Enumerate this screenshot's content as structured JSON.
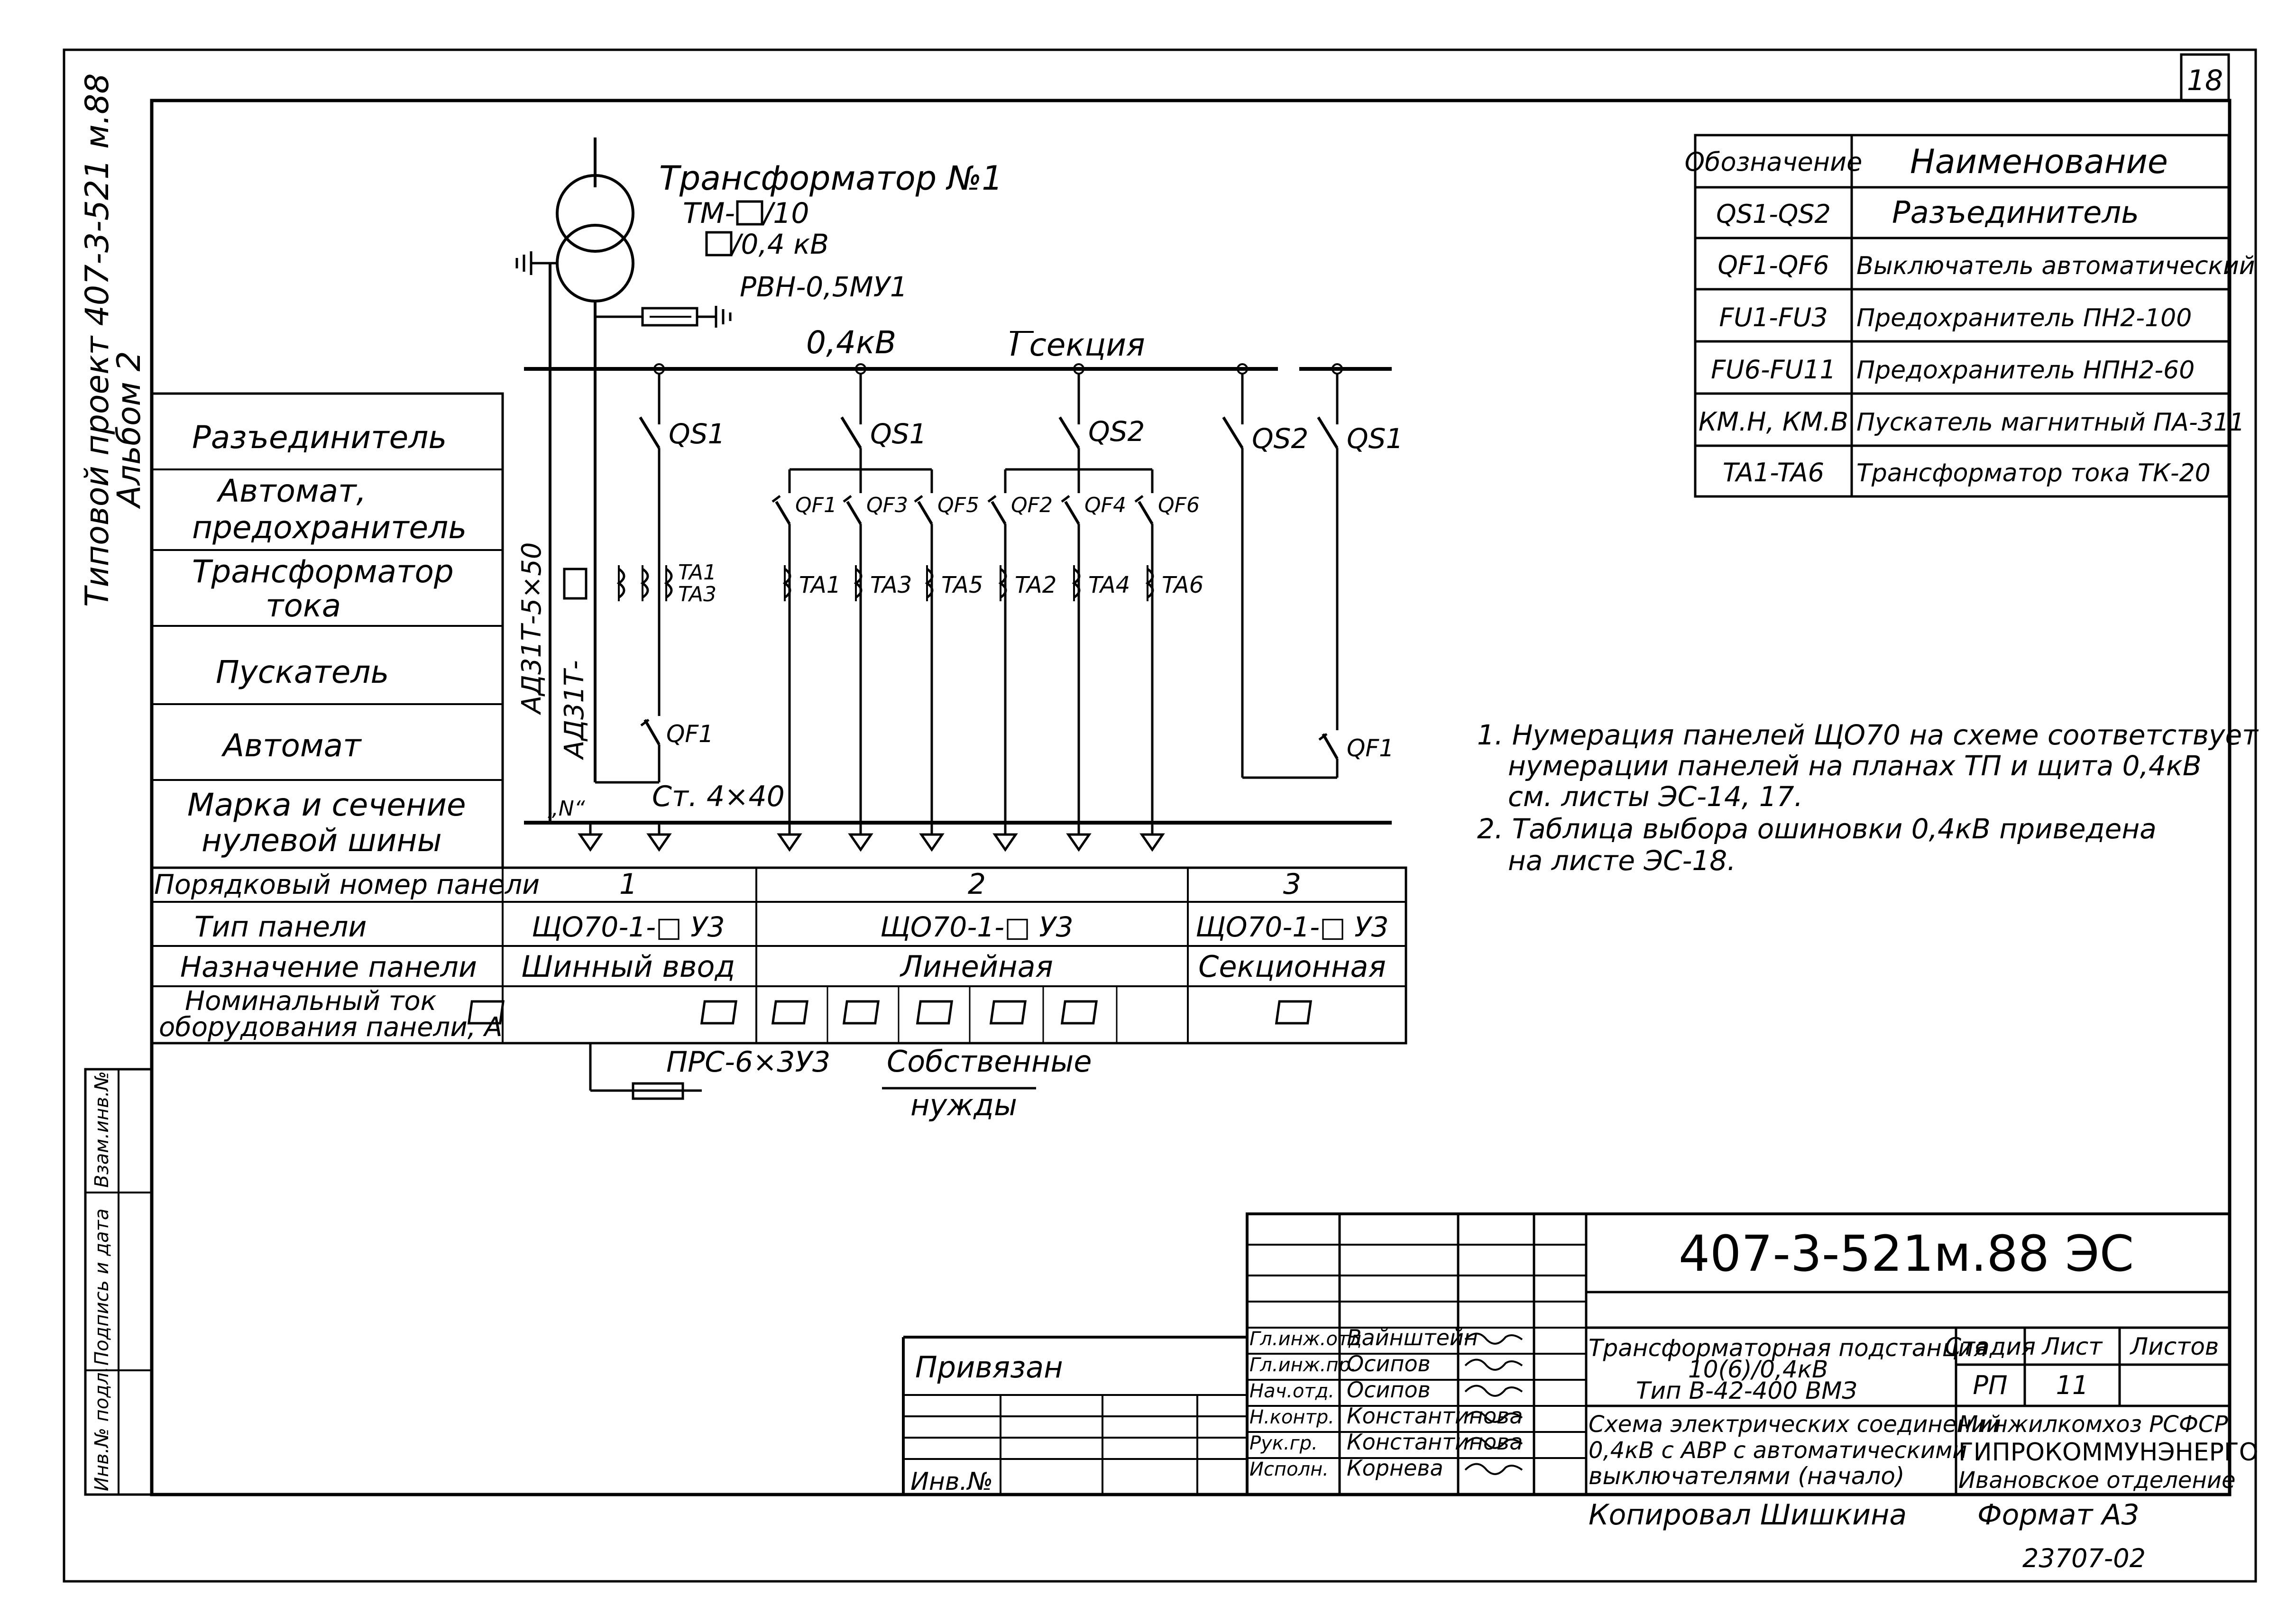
{
  "sheet": {
    "page_number": "18",
    "side_stamp": {
      "project": "Типовой проект 407-3-521 м.88",
      "album": "Альбом 2",
      "fields": [
        "Инв.№ подл.",
        "Подпись и дата",
        "Взам.инв.№"
      ]
    }
  },
  "diagram": {
    "transformer": {
      "title": "Трансформатор №1",
      "type_line1": "ТМ-",
      "type_line1_tail": "/10",
      "type_line2_tail": "/0,4 кВ",
      "device": "РВН-0,5МУ1"
    },
    "bus": {
      "voltage": "0,4кВ",
      "section": "I секция"
    },
    "cable_main": "АД31Т-5×50",
    "cable_neutral": "АД31Т-",
    "neutral_bus": "Ст. 4×40",
    "neutral_mark": "„N“",
    "row_labels": [
      "Разъединитель",
      "Автомат, предохранитель",
      "Трансформатор тока",
      "Пускатель",
      "Автомат",
      "Марка и сечение нулевой шины"
    ],
    "devices": {
      "disconnectors": [
        "QS1",
        "QS1",
        "QS2",
        "QS2",
        "QS1"
      ],
      "breakers": [
        "QF1",
        "QF3",
        "QF5",
        "QF2",
        "QF4",
        "QF6"
      ],
      "ct_panel1": [
        "TA1",
        "TA3"
      ],
      "ct_panel2": [
        "TA1",
        "TA3",
        "TA5",
        "TA2",
        "TA4",
        "TA6"
      ],
      "bottom_breakers": [
        "QF1",
        "QF1"
      ]
    },
    "own_needs": {
      "cable": "ПРС-6×3У3",
      "label_1": "Собственные",
      "label_2": "нужды"
    }
  },
  "panel_table": {
    "row_headers": [
      "Порядковый номер панели",
      "Тип панели",
      "Назначение панели",
      "Номинальный ток оборудования панели, А"
    ],
    "panels": [
      {
        "number": "1",
        "type": "ЩО70-1-□ У3",
        "purpose": "Шинный ввод",
        "cells": 1
      },
      {
        "number": "2",
        "type": "ЩО70-1-□ У3",
        "purpose": "Линейная",
        "cells": 6
      },
      {
        "number": "3",
        "type": "ЩО70-1-□ У3",
        "purpose": "Секционная",
        "cells": 1
      }
    ]
  },
  "legend": {
    "header": [
      "Обозначение",
      "Наименование"
    ],
    "rows": [
      [
        "QS1-QS2",
        "Разъединитель"
      ],
      [
        "QF1-QF6",
        "Выключатель автоматический"
      ],
      [
        "FU1-FU3",
        "Предохранитель ПН2-100"
      ],
      [
        "FU6-FU11",
        "Предохранитель НПН2-60"
      ],
      [
        "КМ.Н, КМ.В",
        "Пускатель магнитный ПА-311"
      ],
      [
        "TA1-TA6",
        "Трансформатор тока ТК-20"
      ]
    ]
  },
  "notes": [
    "1. Нумерация панелей ЩО70 на схеме соответствует",
    "нумерации панелей на планах ТП и щита 0,4кВ",
    "см. листы ЭС-14, 17.",
    "2. Таблица выбора ошиновки 0,4кВ приведена",
    "на листе ЭС-18."
  ],
  "title_block": {
    "doc_code": "407-3-521м.88 ЭС",
    "privyazan": "Привязан",
    "inv": "Инв.№",
    "staff": [
      [
        "Гл.инж.отд",
        "Вайнштейн"
      ],
      [
        "Гл.инж.пр.",
        "Осипов"
      ],
      [
        "Нач.отд.",
        "Осипов"
      ],
      [
        "Н.контр.",
        "Константинова"
      ],
      [
        "Рук.гр.",
        "Константинова"
      ],
      [
        "Исполн.",
        "Корнева"
      ]
    ],
    "object_lines": [
      "Трансформаторная подстанция",
      "10(6)/0,4кВ",
      "Тип В-42-400 ВМЗ"
    ],
    "sheet_title_lines": [
      "Схема электрических соединений",
      "0,4кВ с АВР с автоматическими",
      "выключателями (начало)"
    ],
    "stage_header": "Стадия",
    "sheet_header": "Лист",
    "sheets_header": "Листов",
    "stage": "РП",
    "sheet_no": "11",
    "org_lines": [
      "Минжилкомхоз РСФСР",
      "ГИПРОКОММУНЭНЕРГО",
      "Ивановское отделение"
    ],
    "copied": "Копировал Шишкина",
    "format": "Формат А3",
    "archive_no": "23707-02"
  }
}
